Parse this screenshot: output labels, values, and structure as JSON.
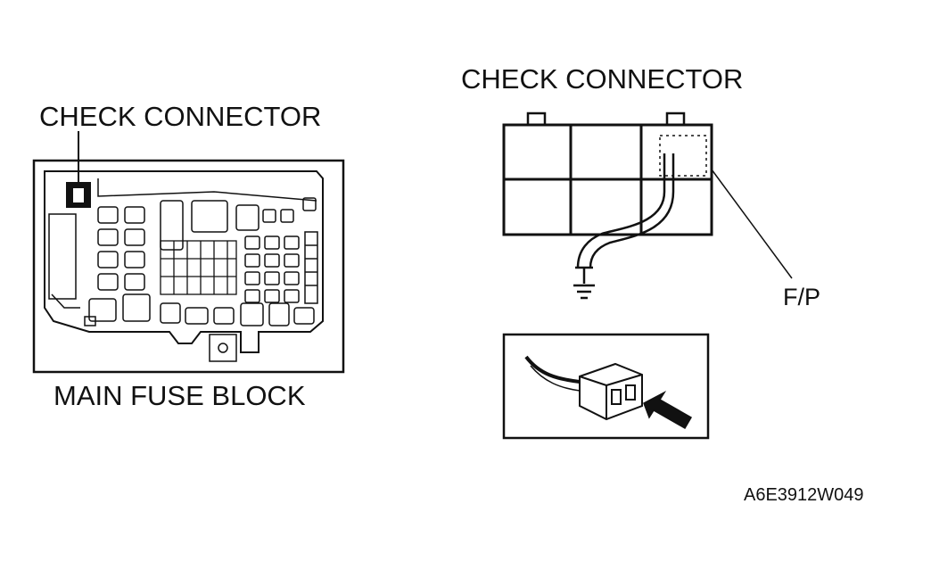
{
  "left_figure": {
    "check_connector_label": "CHECK CONNECTOR",
    "main_fuse_block_label": "MAIN FUSE BLOCK"
  },
  "right_figure": {
    "check_connector_label": "CHECK CONNECTOR",
    "fp_label": "F/P"
  },
  "figure_code": "A6E3912W049"
}
